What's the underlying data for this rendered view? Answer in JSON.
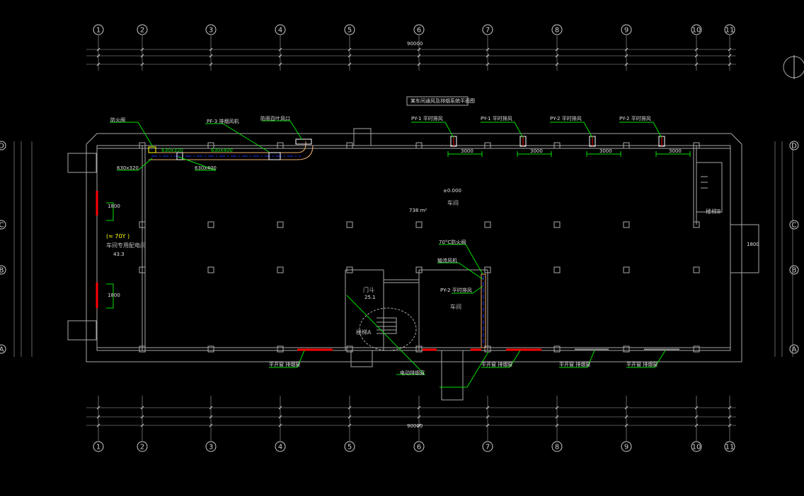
{
  "axes_x": [
    "1",
    "2",
    "3",
    "4",
    "5",
    "6",
    "7",
    "8",
    "9",
    "10",
    "11"
  ],
  "axes_y": [
    "D",
    "C",
    "B",
    "A"
  ],
  "title_box": "某车间通风及排烟系统平面图",
  "rooms": {
    "workshop_main": "车间",
    "workshop_area": "738 m²",
    "workshop_small": "车间",
    "vestibule": "门斗",
    "vestibule_area": "25.1",
    "stair_left": "楼梯A",
    "stair_right": "楼梯B",
    "distribution_room": "车间专用配电间",
    "distribution_area": "43.3",
    "distribution_tag": "(≈ 70Y )",
    "elevation": "±0.000"
  },
  "labels": {
    "fan1": "PY-1 平时排风",
    "fan2": "PY-2 平时排风",
    "fan3": "PF-3 排烟风机",
    "duct1": "630x320",
    "duct2": "630x400",
    "louver": "防雨百叶风口",
    "exhaust_fan": "轴流风机",
    "smoke_vent": "电动排烟窗",
    "window_label": "平开窗 排烟窗",
    "fire_damper": "防火阀",
    "dist_note": "70°C防火阀"
  },
  "dims": {
    "spacing": "3000",
    "total": "90000",
    "door": "1800",
    "side": "1800"
  }
}
